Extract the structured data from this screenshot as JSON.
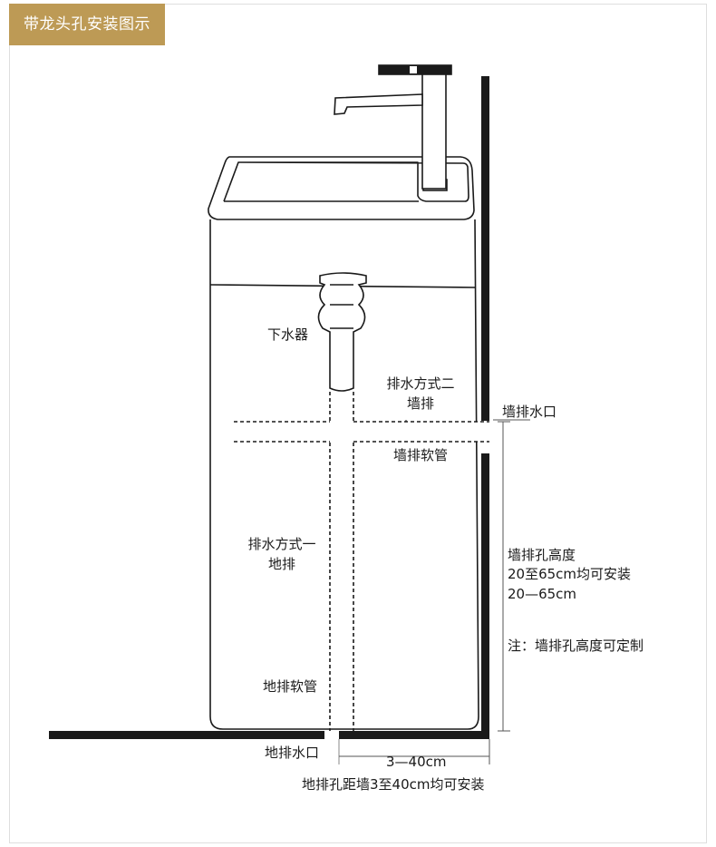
{
  "header": {
    "title": "带龙头孔安装图示"
  },
  "labels": {
    "drain": "下水器",
    "method2_line1": "排水方式二",
    "method2_line2": "墙排",
    "wall_outlet": "墙排水口",
    "wall_hose": "墙排软管",
    "method1_line1": "排水方式一",
    "method1_line2": "地排",
    "floor_hose": "地排软管",
    "floor_outlet": "地排水口",
    "dist_range": "3—40cm",
    "dist_note": "地排孔距墙3至40cm均可安装",
    "height_title": "墙排孔高度",
    "height_range_note": "20至65cm均可安装",
    "height_range": "20—65cm",
    "custom_note": "注：墙排孔高度可定制"
  }
}
